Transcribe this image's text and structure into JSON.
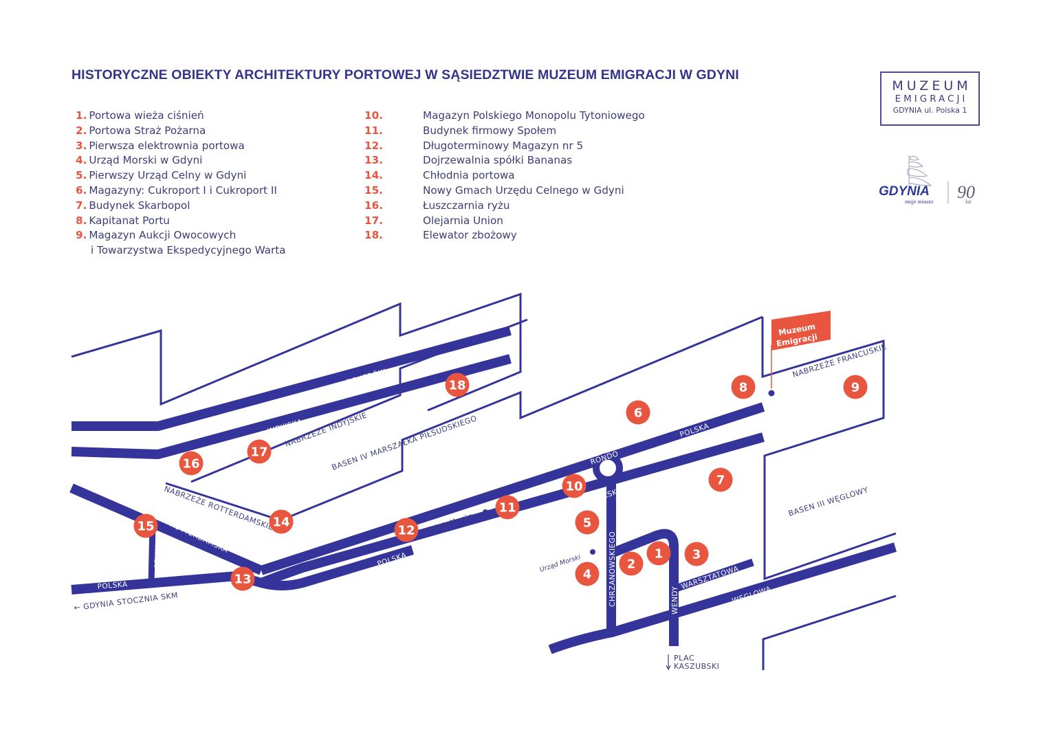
{
  "title": "HISTORYCZNE OBIEKTY ARCHITEKTURY PORTOWEJ W SĄSIEDZTWIE MUZEUM EMIGRACJI W GDYNI",
  "colors": {
    "road": "#34349a",
    "marker": "#e8563f",
    "text": "#3d3d82",
    "background": "#ffffff"
  },
  "legend_left": [
    {
      "num": "1.",
      "label": "Portowa wieża ciśnień"
    },
    {
      "num": "2.",
      "label": "Portowa Straż Pożarna"
    },
    {
      "num": "3.",
      "label": "Pierwsza elektrownia portowa"
    },
    {
      "num": "4.",
      "label": "Urząd Morski w Gdyni"
    },
    {
      "num": "5.",
      "label": "Pierwszy Urząd Celny w Gdyni"
    },
    {
      "num": "6.",
      "label": "Magazyny: Cukroport I i Cukroport II"
    },
    {
      "num": "7.",
      "label": "Budynek Skarbopol"
    },
    {
      "num": "8.",
      "label": "Kapitanat Portu"
    },
    {
      "num": "9.",
      "label": "Magazyn Aukcji Owocowych"
    }
  ],
  "legend_left_continuation": "i Towarzystwa Ekspedycyjnego Warta",
  "legend_right": [
    {
      "num": "10.",
      "label": "Magazyn Polskiego Monopolu Tytoniowego"
    },
    {
      "num": "11.",
      "label": "Budynek firmowy Społem"
    },
    {
      "num": "12.",
      "label": "Długoterminowy Magazyn nr 5"
    },
    {
      "num": "13.",
      "label": "Dojrzewalnia spółki Bananas"
    },
    {
      "num": "14.",
      "label": "Chłodnia portowa"
    },
    {
      "num": "15.",
      "label": "Nowy Gmach Urzędu Celnego w Gdyni"
    },
    {
      "num": "16.",
      "label": "Łuszczarnia ryżu"
    },
    {
      "num": "17.",
      "label": "Olejarnia Union"
    },
    {
      "num": "18.",
      "label": "Elewator zbożowy"
    }
  ],
  "museum_logo": {
    "line1": "MUZEUM",
    "line2": "EMIGRACJI",
    "line3": "GDYNIA ul. Polska 1"
  },
  "city_logo": {
    "name": "GDYNIA",
    "tagline": "moje miasto",
    "anniversary": "90",
    "anniversary_suffix": "lat"
  },
  "map": {
    "flag": {
      "line1": "Muzeum",
      "line2": "Emigracji"
    },
    "road_labels": {
      "dokerow": "DOKERÓW",
      "indyjska": "INDYJSKA",
      "polska_east": "POLSKA",
      "rondo": "RONDO",
      "karlskrona": "KARLSKRONA",
      "polska_mid": "POLSKA",
      "polska_west": "POLSKA",
      "rotterdamska": "ROTTERDAMSKA",
      "celna": "CELNA",
      "chrzanowskiego": "CHRZANOWSKIEGO",
      "wendy": "WENDY",
      "warsztatowa": "WARSZTATOWA",
      "weglowa": "WĘGLOWA"
    },
    "area_labels": {
      "nabrzeze_indyjskie": "NABRZEŻE INDYJSKIE",
      "basen_iv": "BASEN IV MARSZAŁKA PIŁSUDSKIEGO",
      "nabrzeze_rotterdamskie": "NABRZEŻE ROTTERDAMSKIE",
      "nabrzeze_francuskie": "NABRZEŻE FRANCUSKIE",
      "basen_iii": "BASEN III WĘGLOWY",
      "szkola_morska": "Szkoła Morska",
      "urzad_morski": "Urząd Morski",
      "gdynia_stocznia": "← GDYNIA STOCZNIA SKM",
      "plac_kaszubski_1": "PLAC",
      "plac_kaszubski_2": "KASZUBSKI"
    },
    "markers": [
      "1",
      "2",
      "3",
      "4",
      "5",
      "6",
      "7",
      "8",
      "9",
      "10",
      "11",
      "12",
      "13",
      "14",
      "15",
      "16",
      "17",
      "18"
    ]
  }
}
